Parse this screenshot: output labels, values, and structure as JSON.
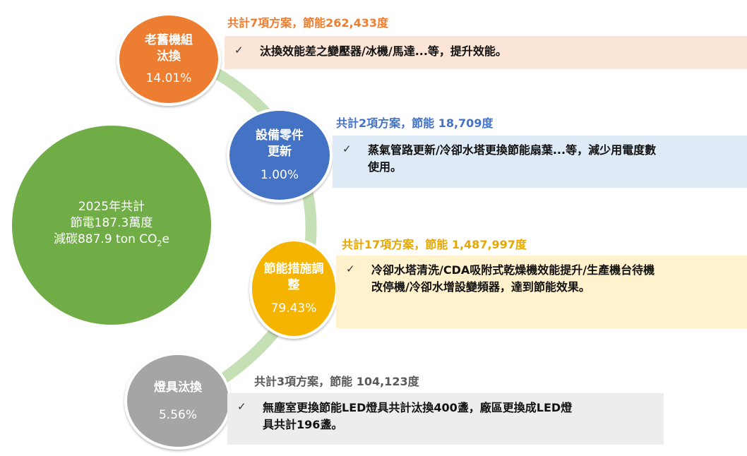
{
  "total": {
    "line1": "2025年共計",
    "line2": "節電187.3萬度",
    "line3_prefix": "減碳887.9 ton CO",
    "line3_sub": "2",
    "line3_suffix": "e"
  },
  "items": [
    {
      "title_line1": "老舊機組",
      "title_line2": "汰換",
      "percent": "14.01%",
      "heading": "共計7項方案，節能262,433度",
      "check": "✓",
      "description": "汰換效能差之變壓器/冰機/馬達...等，提升效能。",
      "color": "#ED7D31",
      "box_color": "#FBE5D6"
    },
    {
      "title_line1": "設備零件",
      "title_line2": "更新",
      "percent": "1.00%",
      "heading": "共計2項方案，節能 18,709度",
      "check": "✓",
      "description_line1": "蒸氣管路更新/冷卻水塔更換節能扇葉...等，減少用電度數",
      "description_line2": "使用。",
      "color": "#4472C4",
      "box_color": "#DEEBF7"
    },
    {
      "title_line1": "節能措施調",
      "title_line2": "整",
      "percent": "79.43%",
      "heading": "共計17項方案，節能 1,487,997度",
      "check": "✓",
      "description_line1": "冷卻水塔清洗/CDA吸附式乾燥機效能提升/生產機台待機",
      "description_line2": "改停機/冷卻水增設變頻器，達到節能效果。",
      "color": "#F4B400",
      "box_color": "#FFF2CC"
    },
    {
      "title_line1": "燈具汰換",
      "percent": "5.56%",
      "heading": "共計3項方案，節能 104,123度",
      "check": "✓",
      "description_line1": "無塵室更換節能LED燈具共計汰換400盞，廠區更換成LED燈",
      "description_line2": "具共計196盞。",
      "color": "#A5A5A5",
      "box_color": "#EDEDED"
    }
  ],
  "colors": {
    "total_circle": "#70AD47",
    "arc": "#C5E0B4",
    "heading_orange": "#ED7D31",
    "heading_blue": "#4472C4",
    "heading_gold": "#E6A800",
    "heading_gray": "#595959"
  }
}
